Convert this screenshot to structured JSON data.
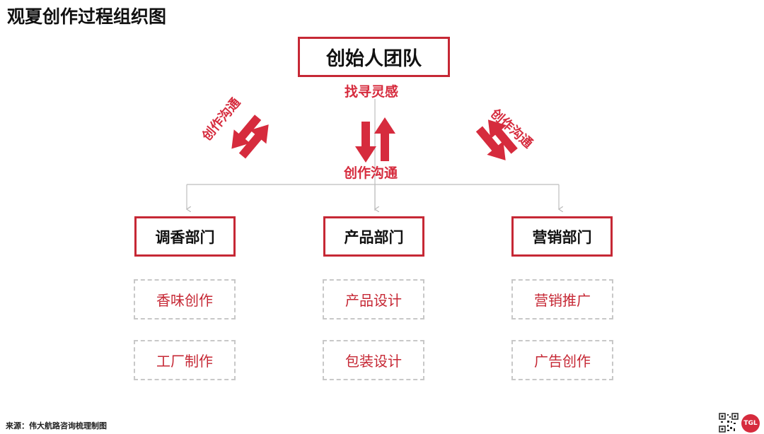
{
  "title": "观夏创作过程组织图",
  "top_box": {
    "label": "创始人团队"
  },
  "inspiration_label": "找寻灵感",
  "comm_labels": {
    "left": "创作沟通",
    "center": "创作沟通",
    "right": "创作沟通"
  },
  "departments": [
    {
      "name": "调香部门",
      "tasks": [
        "香味创作",
        "工厂制作"
      ]
    },
    {
      "name": "产品部门",
      "tasks": [
        "产品设计",
        "包装设计"
      ]
    },
    {
      "name": "营销部门",
      "tasks": [
        "营销推广",
        "广告创作"
      ]
    }
  ],
  "source": "来源：伟大航路咨询梳理制图",
  "logo_text": "TGL",
  "colors": {
    "accent": "#c62835",
    "arrow": "#d62b3d",
    "dashed_border": "#c8c8c8",
    "connector": "#bdbdbd"
  }
}
